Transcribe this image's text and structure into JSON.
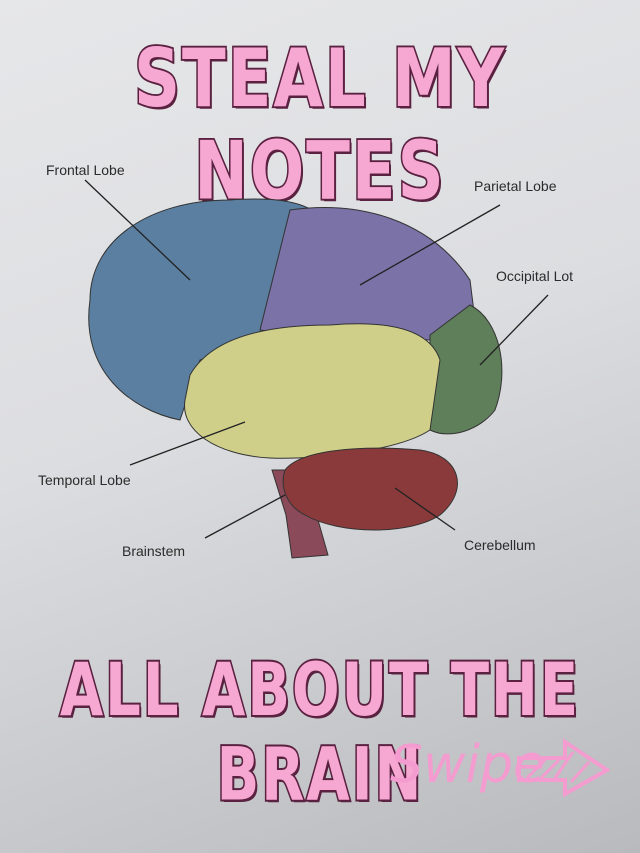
{
  "title": "STEAL MY NOTES",
  "subtitle": "ALL ABOUT THE BRAIN",
  "swipe_label": "Swipe",
  "swipe_icon": "arrow-right-icon",
  "labels": {
    "frontal": "Frontal Lobe",
    "parietal": "Parietal Lobe",
    "occipital": "Occipital Lot",
    "temporal": "Temporal Lobe",
    "brainstem": "Brainstem",
    "cerebellum": "Cerebellum"
  },
  "colors": {
    "frontal": "#5b7fa0",
    "parietal": "#7b72a8",
    "occipital": "#5f7e5a",
    "temporal": "#cfcf8a",
    "cerebellum": "#8a3a3a",
    "brainstem": "#8a4a5a",
    "title_pink": "#f7a8d2"
  }
}
